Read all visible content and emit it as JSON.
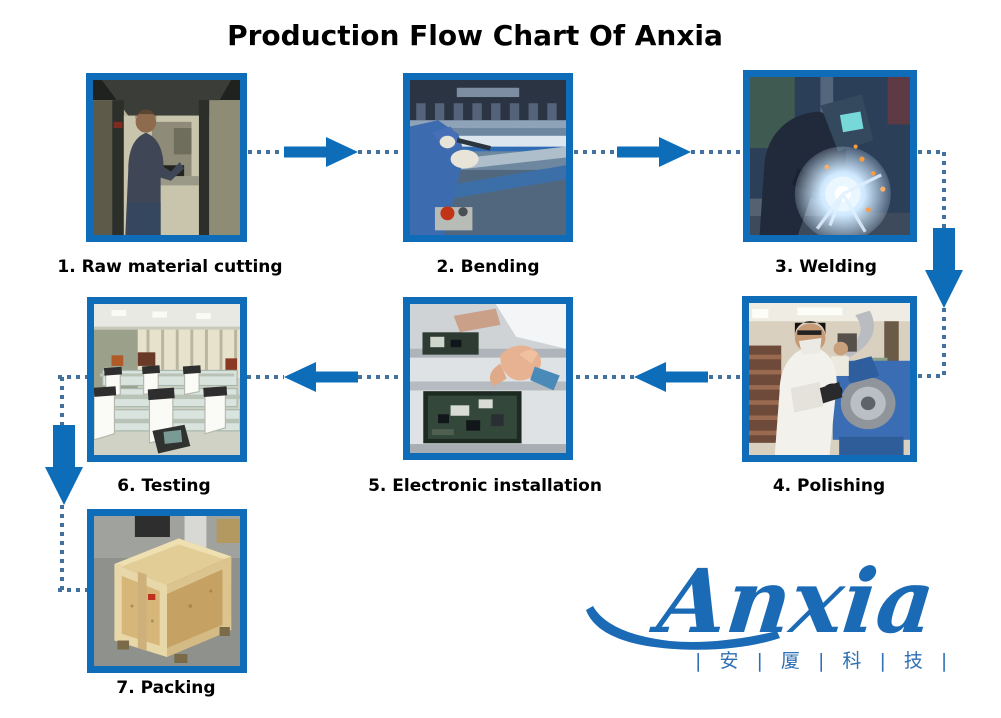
{
  "title": "Production Flow Chart Of Anxia",
  "steps": [
    {
      "label": "1. Raw material cutting",
      "photo_alt": "worker at CNC cutting machine"
    },
    {
      "label": "2. Bending",
      "photo_alt": "gloved hands feeding sheet metal into press brake"
    },
    {
      "label": "3. Welding",
      "photo_alt": "welder in helmet welding steel frame with bright arc and sparks"
    },
    {
      "label": "4. Polishing",
      "photo_alt": "masked worker in white coat at blue polishing wheel machine"
    },
    {
      "label": "5. Electronic installation",
      "photo_alt": "hands installing circuit boards on assembly line"
    },
    {
      "label": "6. Testing",
      "photo_alt": "rows of white turnstile gates in testing room"
    },
    {
      "label": "7. Packing",
      "photo_alt": "wooden plywood shipping crate"
    }
  ],
  "logo": {
    "brand": "Anxia",
    "tagline": "| 安 | 厦 | 科 | 技 |"
  },
  "colors": {
    "frame_blue": "#0e6cb8",
    "arrow_blue": "#0d6db9",
    "dotted_blue": "#41719c",
    "logo_blue": "#1a6ab5",
    "title_black": "#000000",
    "background": "#ffffff"
  }
}
